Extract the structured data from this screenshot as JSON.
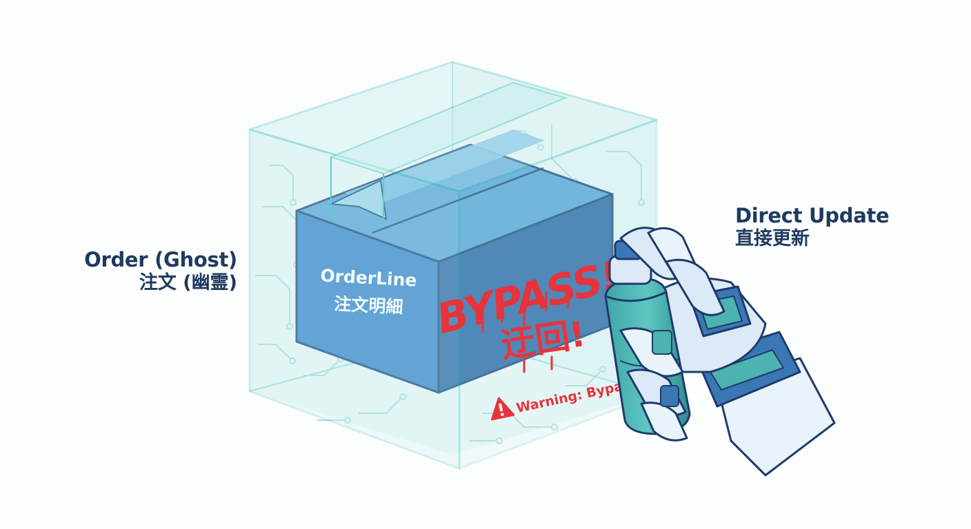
{
  "labels": {
    "order": {
      "en": "Order (Ghost)",
      "ja": "注文 (幽霊)"
    },
    "direct_update": {
      "en": "Direct Update",
      "ja": "直接更新"
    }
  },
  "inner_box": {
    "en": "OrderLine",
    "ja": "注文明細"
  },
  "graffiti": {
    "main": "BYPASS!",
    "ja": "迂回!"
  },
  "warning": {
    "text": "Warning: Bypass"
  },
  "colors": {
    "ghost_cube_edge": "#5ccdc8",
    "ghost_cube_fill": "#e3f6f6",
    "inner_box_front": "#3d87cc",
    "inner_box_dark": "#255d96",
    "graffiti_red": "#e8333b",
    "label_navy": "#1f3a5f",
    "glove_blue": "#3a78b5",
    "glove_teal": "#4cb3b0"
  },
  "icons": [
    "warning-icon",
    "spray-can-icon",
    "robot-hand-icon",
    "circuit-pattern"
  ]
}
